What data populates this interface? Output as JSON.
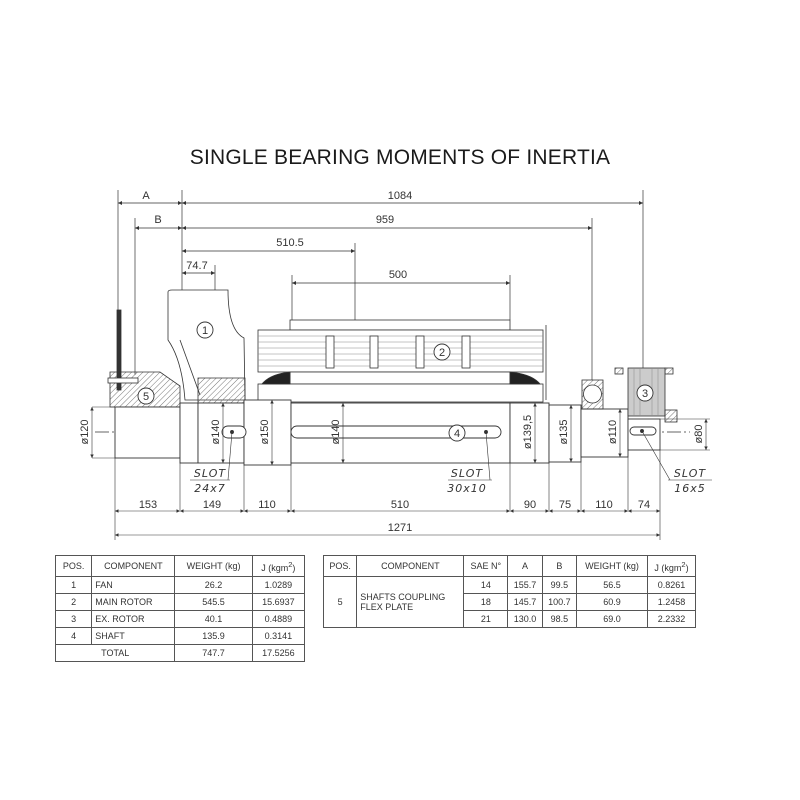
{
  "title": "SINGLE BEARING MOMENTS OF INERTIA",
  "dimensions": {
    "top": {
      "A": "A",
      "B": "B",
      "overall_1084": "1084",
      "d959": "959",
      "d510_5": "510.5",
      "d74_7": "74.7",
      "d500": "500"
    },
    "bottom": [
      "153",
      "149",
      "110",
      "510",
      "90",
      "75",
      "110",
      "74"
    ],
    "total": "1271",
    "diameters": [
      "ø120",
      "ø140",
      "ø150",
      "ø140",
      "ø139,5",
      "ø135",
      "ø110",
      "ø80"
    ]
  },
  "slots": [
    {
      "label": "SLOT",
      "size": "24x7"
    },
    {
      "label": "SLOT",
      "size": "30x10"
    },
    {
      "label": "SLOT",
      "size": "16x5"
    }
  ],
  "balloons": [
    "1",
    "2",
    "3",
    "4",
    "5"
  ],
  "table1": {
    "headers": [
      "POS.",
      "COMPONENT",
      "WEIGHT (kg)",
      "J (kgm",
      "2",
      ")"
    ],
    "rows": [
      [
        "1",
        "FAN",
        "26.2",
        "1.0289"
      ],
      [
        "2",
        "MAIN ROTOR",
        "545.5",
        "15.6937"
      ],
      [
        "3",
        "EX. ROTOR",
        "40.1",
        "0.4889"
      ],
      [
        "4",
        "SHAFT",
        "135.9",
        "0.3141"
      ]
    ],
    "total": [
      "TOTAL",
      "747.7",
      "17.5256"
    ]
  },
  "table2": {
    "headers": [
      "POS.",
      "COMPONENT",
      "SAE N°",
      "A",
      "B",
      "WEIGHT (kg)",
      "J (kgm",
      "2",
      ")"
    ],
    "pos": "5",
    "component_line1": "SHAFTS COUPLING",
    "component_line2": "FLEX PLATE",
    "rows": [
      [
        "14",
        "155.7",
        "99.5",
        "56.5",
        "0.8261"
      ],
      [
        "18",
        "145.7",
        "100.7",
        "60.9",
        "1.2458"
      ],
      [
        "21",
        "130.0",
        "98.5",
        "69.0",
        "2.2332"
      ]
    ]
  }
}
